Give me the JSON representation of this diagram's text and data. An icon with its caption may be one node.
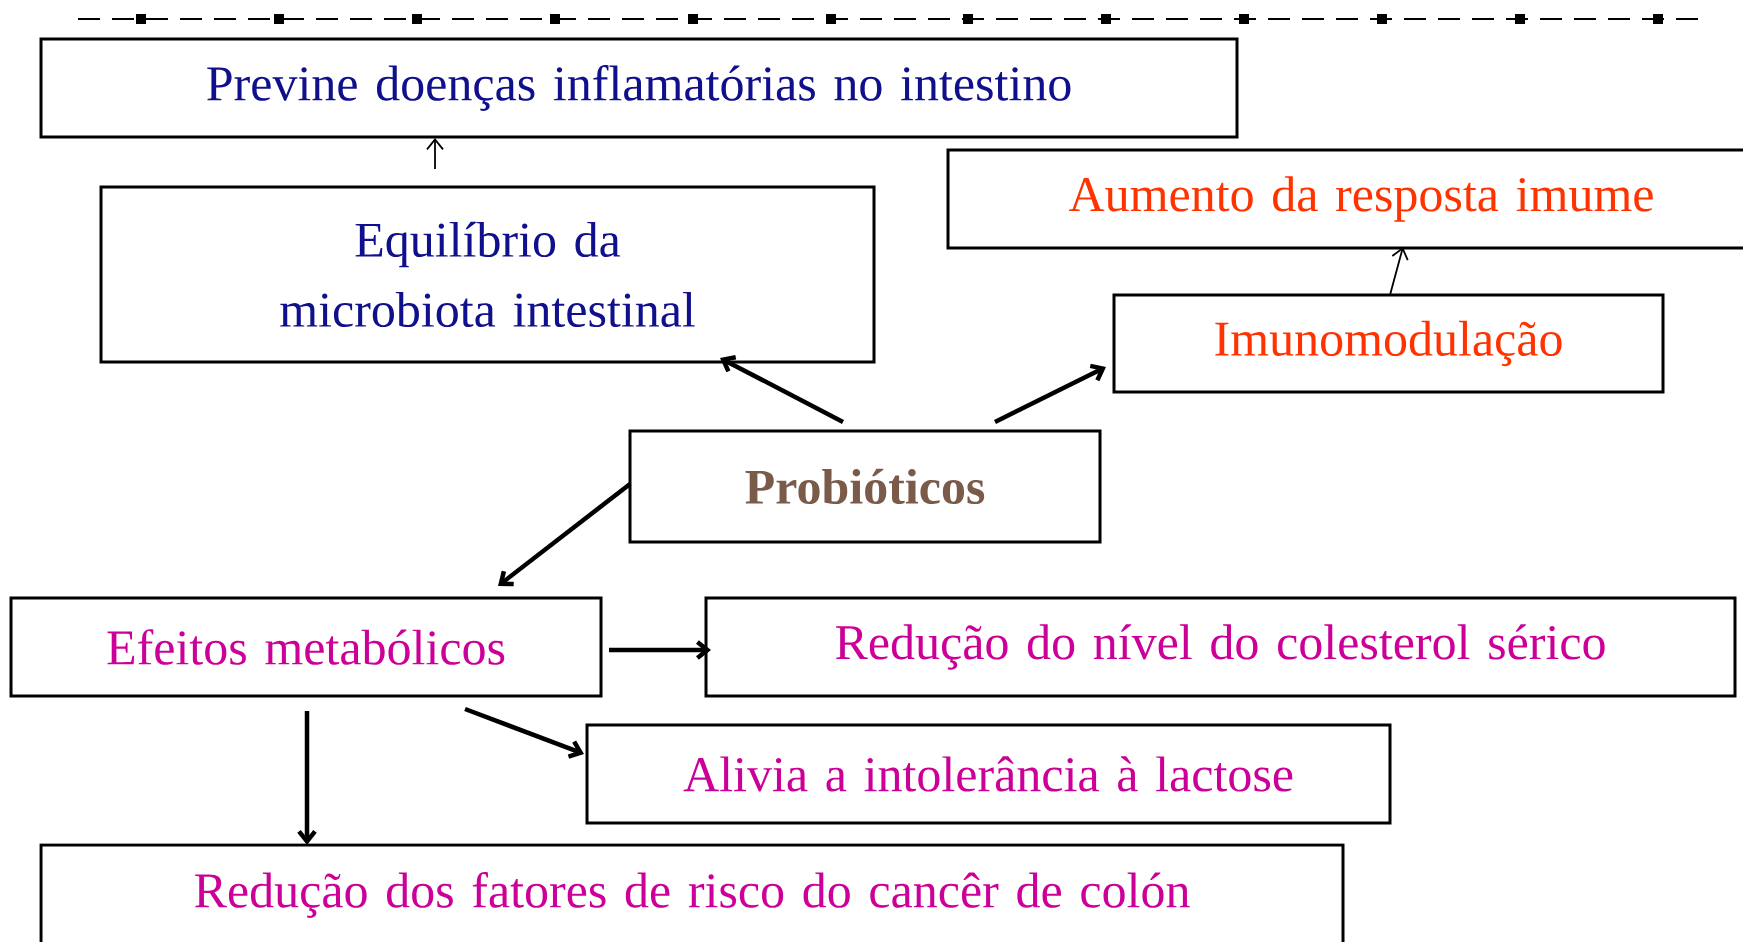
{
  "diagram": {
    "nodes": [
      {
        "text": [
          "Previne doenças inflamatórias no intestino"
        ]
      },
      {
        "text": [
          "Equilíbrio da microbiota intestinal"
        ]
      },
      {
        "text": [
          "Aumento da resposta imume"
        ]
      },
      {
        "text": [
          "Imunomodulação"
        ]
      },
      {
        "text": [
          "Probióticos"
        ]
      },
      {
        "text": [
          "Efeitos metabólicos"
        ]
      },
      {
        "text": [
          "Redução do nível do colesterol sérico"
        ]
      },
      {
        "text": [
          "Alivia a intolerância à lactose"
        ]
      },
      {
        "text": [
          "Redução dos fatores de risco do cancêr de colón"
        ]
      }
    ],
    "edges": [
      {
        "from": 1,
        "to": 0,
        "arrow": "to"
      },
      {
        "from": 3,
        "to": 2,
        "arrow": "to"
      },
      {
        "from": 4,
        "to": 1,
        "arrow": "to"
      },
      {
        "from": 4,
        "to": 3,
        "arrow": "to"
      },
      {
        "from": 4,
        "to": 5,
        "arrow": "to"
      },
      {
        "from": 5,
        "to": 6,
        "arrow": "to"
      },
      {
        "from": 5,
        "to": 7,
        "arrow": "to"
      },
      {
        "from": 5,
        "to": 8,
        "arrow": "to"
      }
    ]
  }
}
